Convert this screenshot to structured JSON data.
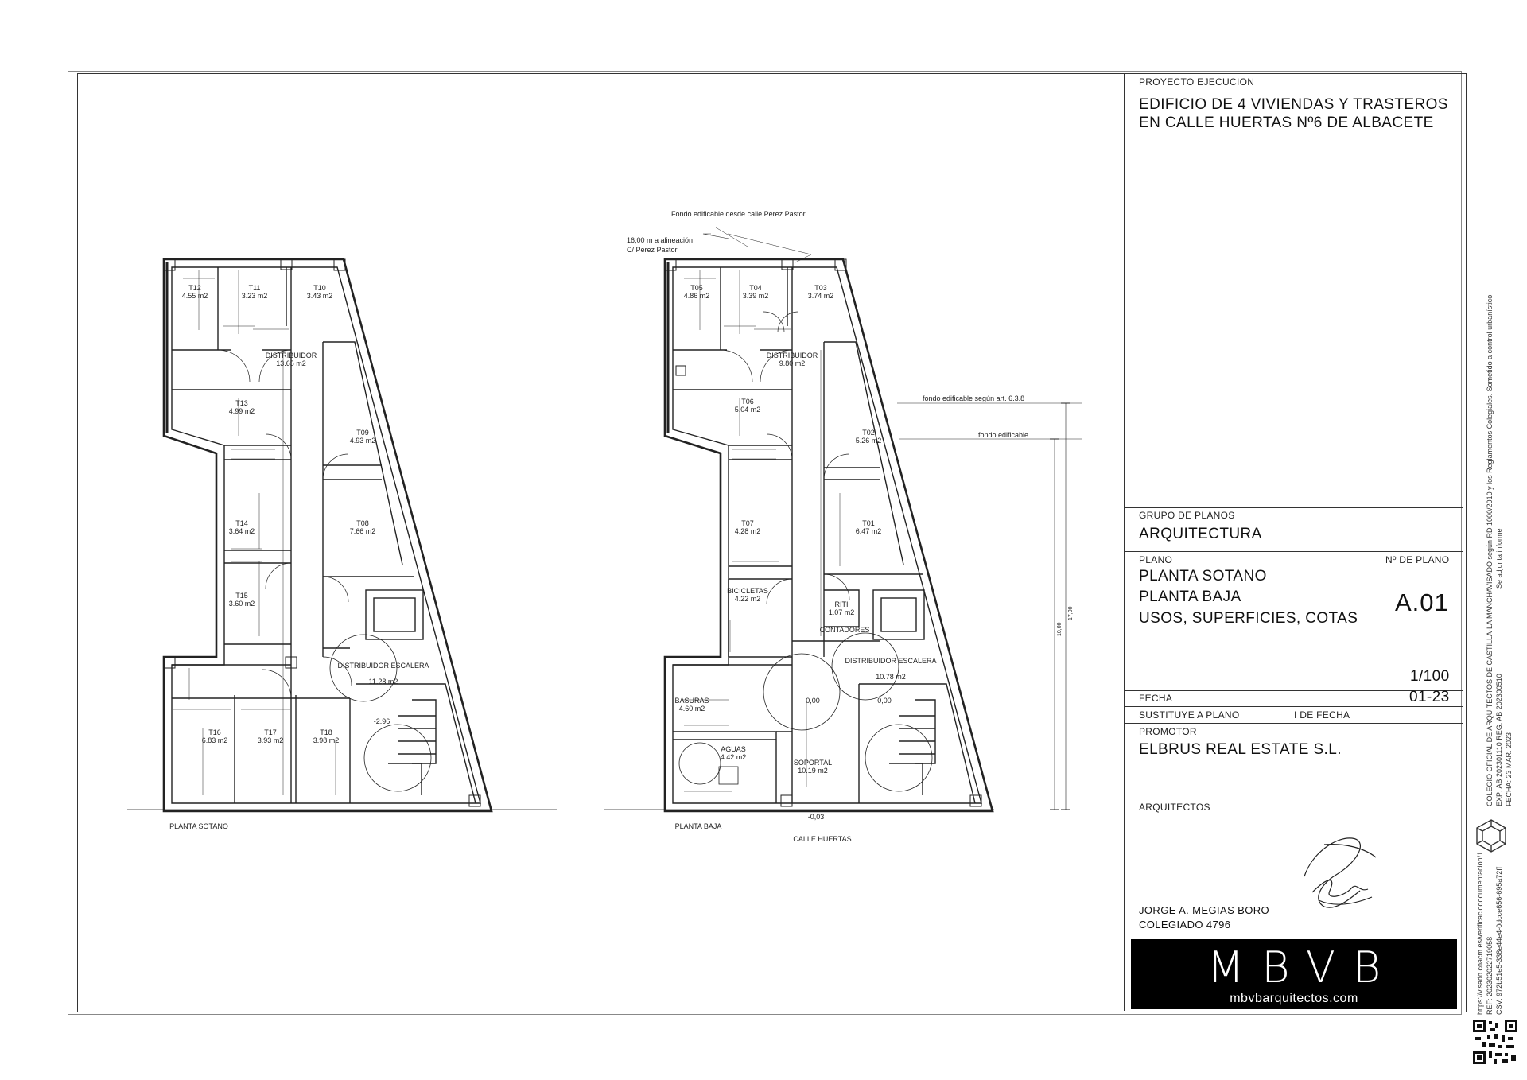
{
  "titleblock": {
    "project_type": "PROYECTO EJECUCION",
    "project_title_line1": "EDIFICIO DE 4 VIVIENDAS Y TRASTEROS",
    "project_title_line2": "EN CALLE HUERTAS Nº6 DE ALBACETE",
    "group_label": "GRUPO DE PLANOS",
    "group_value": "ARQUITECTURA",
    "plan_label": "PLANO",
    "plan_line1": "PLANTA SOTANO",
    "plan_line2": "PLANTA BAJA",
    "plan_line3": "USOS, SUPERFICIES, COTAS",
    "plan_number_label": "Nº DE PLANO",
    "plan_number": "A.01",
    "scale": "1/100",
    "date_label": "FECHA",
    "date_value": "01-23",
    "replaces_label": "SUSTITUYE A PLANO",
    "replaces_date_label": "I DE FECHA",
    "promoter_label": "PROMOTOR",
    "promoter_value": "ELBRUS REAL ESTATE S.L.",
    "architects_label": "ARQUITECTOS",
    "architect_name": "JORGE A. MEGIAS BORO",
    "architect_reg": "COLEGIADO 4796",
    "logo_text": "MBVB",
    "logo_url": "mbvbarquitectos.com"
  },
  "stamp": {
    "line1": "VISADO según RD 1000/2010 y los Reglamentos Colegiales. Sometido a control urbanístico",
    "line2": "Se adjunta informe",
    "line3": "COLEGIO OFICIAL DE ARQUITECTOS DE CASTILLA-LA MANCHA",
    "line4": "EXP: AB 202301110    REG: AB 202300510",
    "line5": "FECHA: 23 MAR. 2023",
    "line6": "https://visado.coacm.es/verificaciodocumentacion/1",
    "line7": "REF: 202302022719058",
    "line8": "CSV: 972b51e5-338e44e4-0dcce656-695a72ff"
  },
  "drawing": {
    "annotations": {
      "fondo_perez_pastor": "Fondo edificable desde calle Perez Pastor",
      "alineacion_line1": "16,00 m a alineación",
      "alineacion_line2": "C/ Perez Pastor",
      "fondo_art": "fondo edificable según art. 6.3.8",
      "fondo_edificable": "fondo edificable",
      "calle": "CALLE HUERTAS",
      "cota_total": "17,00",
      "cota_parcial": "10,00"
    },
    "sotano": {
      "title": "PLANTA SOTANO",
      "rooms": [
        {
          "name": "T12",
          "area": "4.55 m2"
        },
        {
          "name": "T11",
          "area": "3.23 m2"
        },
        {
          "name": "T10",
          "area": "3.43 m2"
        },
        {
          "name": "DISTRIBUIDOR",
          "area": "13.65 m2"
        },
        {
          "name": "T13",
          "area": "4.99 m2"
        },
        {
          "name": "T09",
          "area": "4.93 m2"
        },
        {
          "name": "T14",
          "area": "3.64 m2"
        },
        {
          "name": "T08",
          "area": "7.66 m2"
        },
        {
          "name": "T15",
          "area": "3.60 m2"
        },
        {
          "name": "DISTRIBUIDOR ESCALERA",
          "area": "11.28 m2"
        },
        {
          "name": "T16",
          "area": "6.83 m2"
        },
        {
          "name": "T17",
          "area": "3.93 m2"
        },
        {
          "name": "T18",
          "area": "3.98 m2"
        }
      ],
      "level": "-2.96"
    },
    "baja": {
      "title": "PLANTA BAJA",
      "rooms": [
        {
          "name": "T05",
          "area": "4.86 m2"
        },
        {
          "name": "T04",
          "area": "3.39 m2"
        },
        {
          "name": "T03",
          "area": "3.74 m2"
        },
        {
          "name": "DISTRIBUIDOR",
          "area": "9.80 m2"
        },
        {
          "name": "T06",
          "area": "5.04 m2"
        },
        {
          "name": "T02",
          "area": "5.26 m2"
        },
        {
          "name": "T07",
          "area": "4.28 m2"
        },
        {
          "name": "T01",
          "area": "6.47 m2"
        },
        {
          "name": "BICICLETAS",
          "area": "4.22 m2"
        },
        {
          "name": "RITI",
          "area": "1.07 m2"
        },
        {
          "name": "CONTADORES",
          "area": ""
        },
        {
          "name": "DISTRIBUIDOR ESCALERA",
          "area": "10.78 m2"
        },
        {
          "name": "BASURAS",
          "area": "4.60 m2"
        },
        {
          "name": "AGUAS",
          "area": "4.42 m2"
        },
        {
          "name": "SOPORTAL",
          "area": "10.19 m2"
        }
      ],
      "level_0": "0,00",
      "level_1": "0,00",
      "level_street": "-0,03"
    }
  }
}
